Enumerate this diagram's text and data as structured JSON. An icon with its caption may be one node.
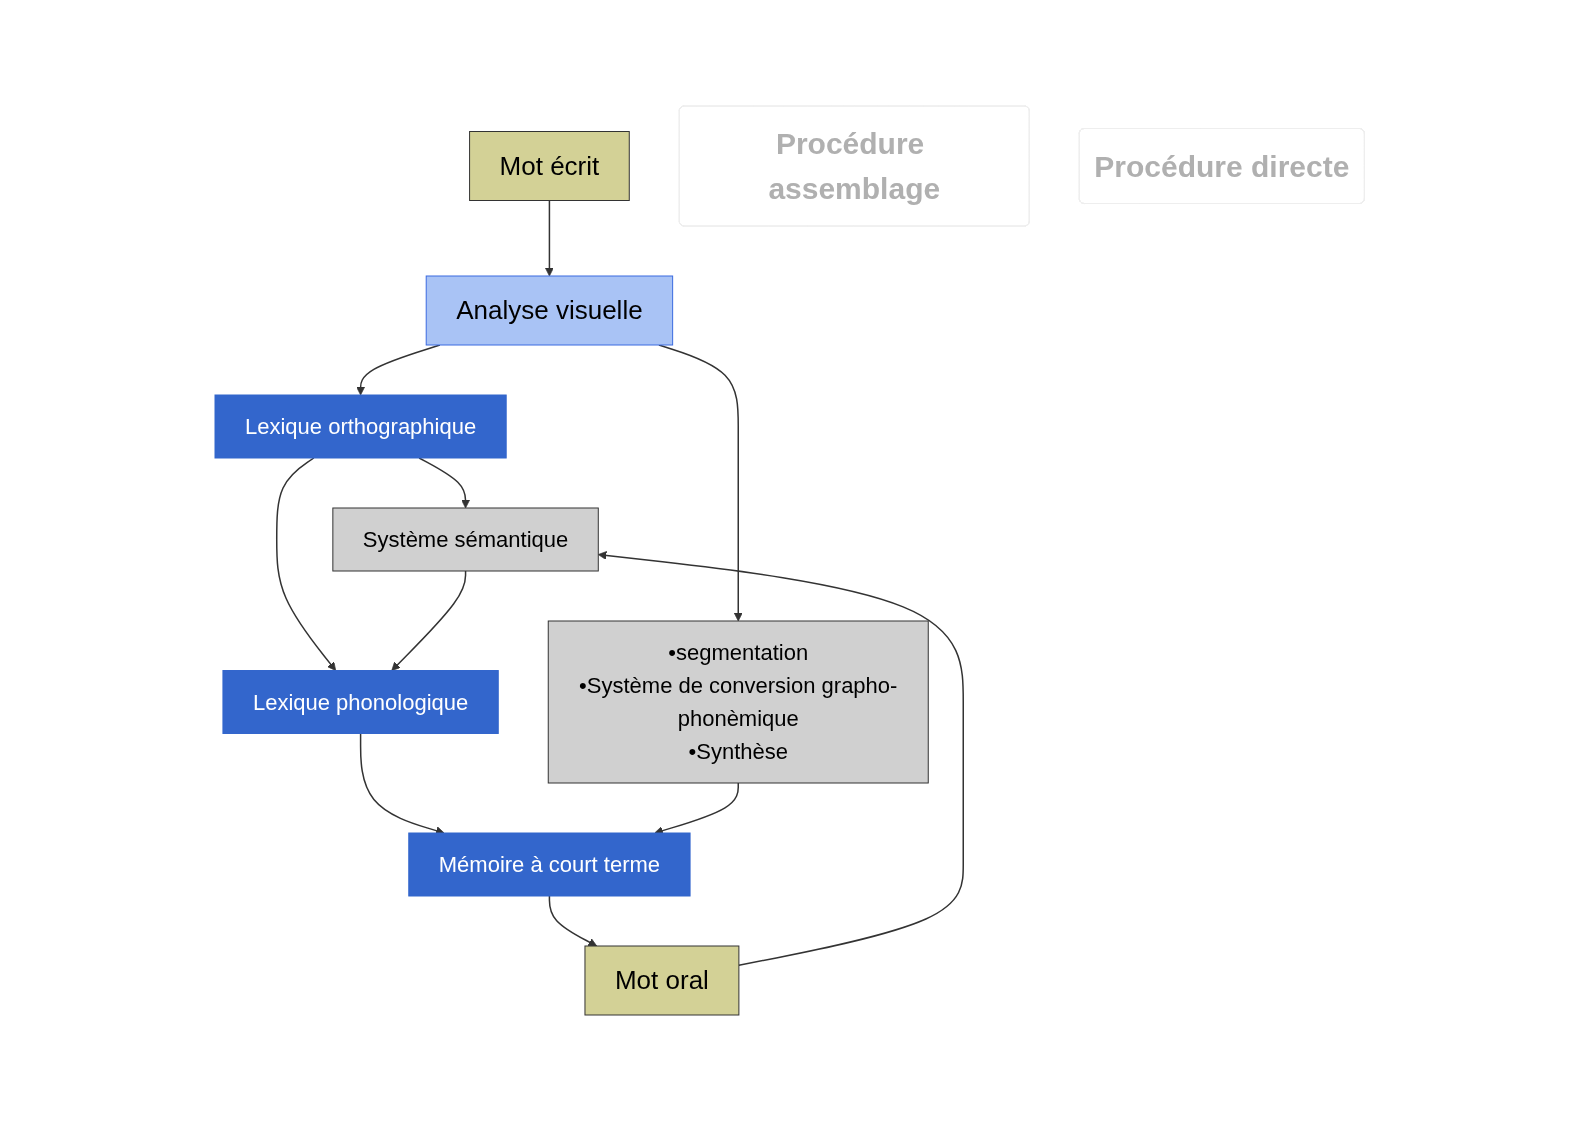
{
  "diagram": {
    "nodes": [
      {
        "text": [
          "Mot écrit"
        ]
      },
      {
        "text": [
          "Procédure assemblage"
        ]
      },
      {
        "text": [
          "Analyse visuelle"
        ]
      },
      {
        "text": [
          "Procédure directe"
        ]
      },
      {
        "text": [
          "Lexique orthographique"
        ]
      },
      {
        "text": [
          "•segmentation",
          "•Système de conversion grapho-phonèmique",
          "•Synthèse"
        ]
      },
      {
        "text": [
          "Système sémantique"
        ]
      },
      {
        "text": [
          "Lexique phonologique"
        ]
      },
      {
        "text": [
          "Mémoire à court terme"
        ]
      },
      {
        "text": [
          "Mot oral"
        ]
      }
    ],
    "edges": [
      {
        "from": 0,
        "to": 2,
        "arrow": "to"
      },
      {
        "from": 2,
        "to": 4,
        "arrow": "to"
      },
      {
        "from": 2,
        "to": 5,
        "arrow": "to"
      },
      {
        "from": 4,
        "to": 6,
        "arrow": "to"
      },
      {
        "from": 4,
        "to": 7,
        "arrow": "to"
      },
      {
        "from": 6,
        "to": 7,
        "arrow": "to"
      },
      {
        "from": 7,
        "to": 8,
        "arrow": "to"
      },
      {
        "from": 5,
        "to": 8,
        "arrow": "to"
      },
      {
        "from": 8,
        "to": 9,
        "arrow": "to"
      },
      {
        "from": 9,
        "to": 6,
        "arrow": "to"
      }
    ]
  }
}
